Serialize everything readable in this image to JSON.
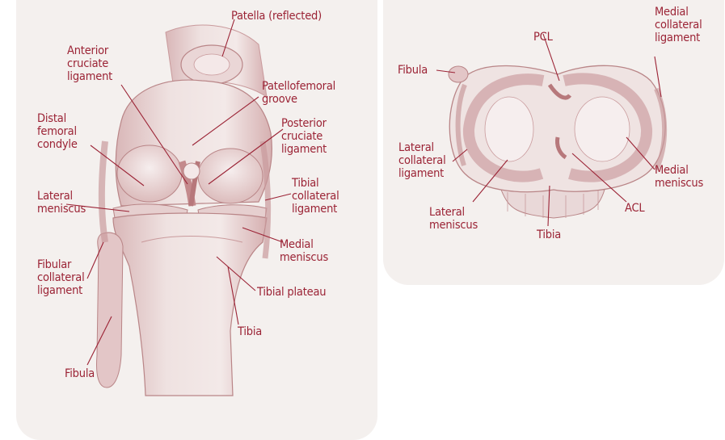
{
  "accent_color": "#9b2335",
  "panel_color": "#f4f0ee",
  "left_diagram": {
    "labels": {
      "patella": "Patella (reflected)",
      "acl": "Anterior\ncruciate\nligament",
      "patellofemoral_groove": "Patellofemoral\ngroove",
      "distal_femoral_condyle": "Distal\nfemoral\ncondyle",
      "pcl": "Posterior\ncruciate\nligament",
      "lateral_meniscus": "Lateral\nmeniscus",
      "tibial_collateral_ligament": "Tibial\ncollateral\nligament",
      "medial_meniscus": "Medial\nmeniscus",
      "fibular_collateral_ligament": "Fibular\ncollateral\nligament",
      "tibial_plateau": "Tibial plateau",
      "tibia": "Tibia",
      "fibula": "Fibula"
    }
  },
  "right_diagram": {
    "labels": {
      "pcl": "PCL",
      "medial_collateral_ligament": "Medial\ncollateral\nligament",
      "fibula": "Fibula",
      "lateral_collateral_ligament": "Lateral\ncollateral\nligament",
      "medial_meniscus": "Medial\nmeniscus",
      "lateral_meniscus": "Lateral\nmeniscus",
      "acl": "ACL",
      "tibia": "Tibia"
    }
  }
}
